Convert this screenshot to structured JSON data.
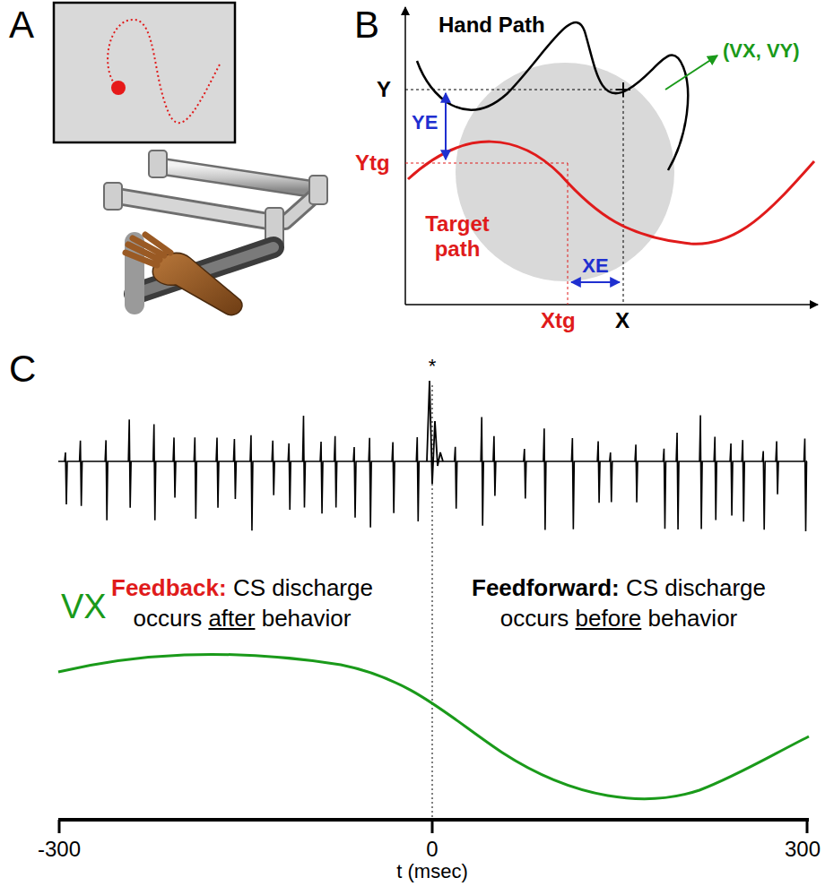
{
  "diagram": {
    "labels": [
      "A",
      "B",
      "C",
      "Hand Path",
      "(VX, VY)",
      "Y",
      "YE",
      "Ytg",
      "Target path",
      "XE",
      "Xtg",
      "X",
      "*",
      "Feedback:",
      "CS discharge",
      "occurs",
      "after",
      "behavior",
      "Feedforward:",
      "CS discharge",
      "occurs",
      "before",
      "behavior",
      "VX",
      "-300",
      "0",
      "300",
      "t (msec)"
    ]
  }
}
